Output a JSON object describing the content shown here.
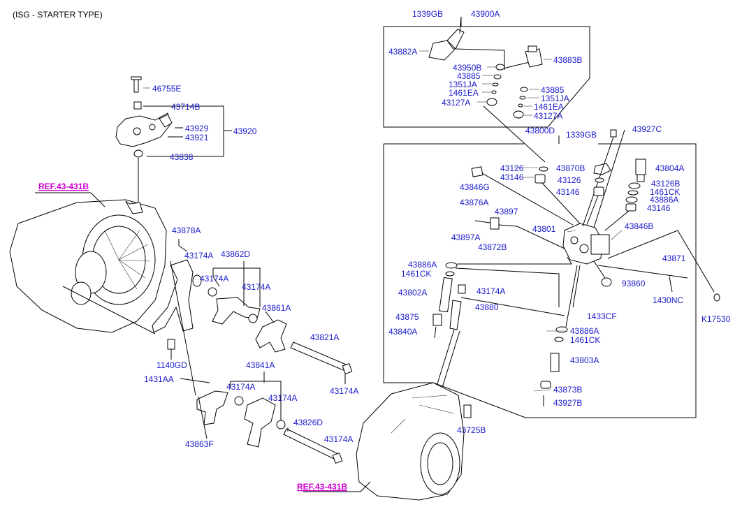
{
  "header": "(ISG - STARTER TYPE)",
  "refs": {
    "ref1": "REF.43-431B",
    "ref2": "REF.43-431B"
  },
  "labels": {
    "p1339GB_top": "1339GB",
    "p43900A": "43900A",
    "p43882A": "43882A",
    "p43883B": "43883B",
    "p43950B": "43950B",
    "p43885_l": "43885",
    "p1351JA_l": "1351JA",
    "p1461EA_l": "1461EA",
    "p43127A_l": "43127A",
    "p43885_r": "43885",
    "p1351JA_r": "1351JA",
    "p1461EA_r": "1461EA",
    "p43127A_r": "43127A",
    "p46755E": "46755E",
    "p43714B": "43714B",
    "p43929": "43929",
    "p43921": "43921",
    "p43920": "43920",
    "p43838": "43838",
    "p43800D": "43800D",
    "p1339GB_mid": "1339GB",
    "p43927C": "43927C",
    "p43126_a": "43126",
    "p43146_a": "43146",
    "p43846G": "43846G",
    "p43870B": "43870B",
    "p43126_b": "43126",
    "p43146_b": "43146",
    "p43804A": "43804A",
    "p43126B": "43126B",
    "p1461CK_a": "1461CK",
    "p43886A_a": "43886A",
    "p43146_c": "43146",
    "p43876A": "43876A",
    "p43897": "43897",
    "p43897A": "43897A",
    "p43872B": "43872B",
    "p43801": "43801",
    "p43846B": "43846B",
    "p43871": "43871",
    "p43886A_b": "43886A",
    "p1461CK_b": "1461CK",
    "p43802A": "43802A",
    "p43174A_a": "43174A",
    "p43880": "43880",
    "p93860": "93860",
    "p1430NC": "1430NC",
    "p1433CF": "1433CF",
    "p43875": "43875",
    "p43840A": "43840A",
    "p43886A_c": "43886A",
    "p1461CK_c": "1461CK",
    "pK17530": "K17530",
    "p43803A": "43803A",
    "p43873B": "43873B",
    "p43927B": "43927B",
    "p43725B": "43725B",
    "p43878A": "43878A",
    "p43174A_b": "43174A",
    "p43862D": "43862D",
    "p43174A_c": "43174A",
    "p43174A_d": "43174A",
    "p43861A": "43861A",
    "p43821A": "43821A",
    "p43174A_e": "43174A",
    "p1140GD": "1140GD",
    "p1431AA": "1431AA",
    "p43841A": "43841A",
    "p43174A_f": "43174A",
    "p43174A_g": "43174A",
    "p43863F": "43863F",
    "p43826D": "43826D",
    "p43174A_h": "43174A"
  }
}
